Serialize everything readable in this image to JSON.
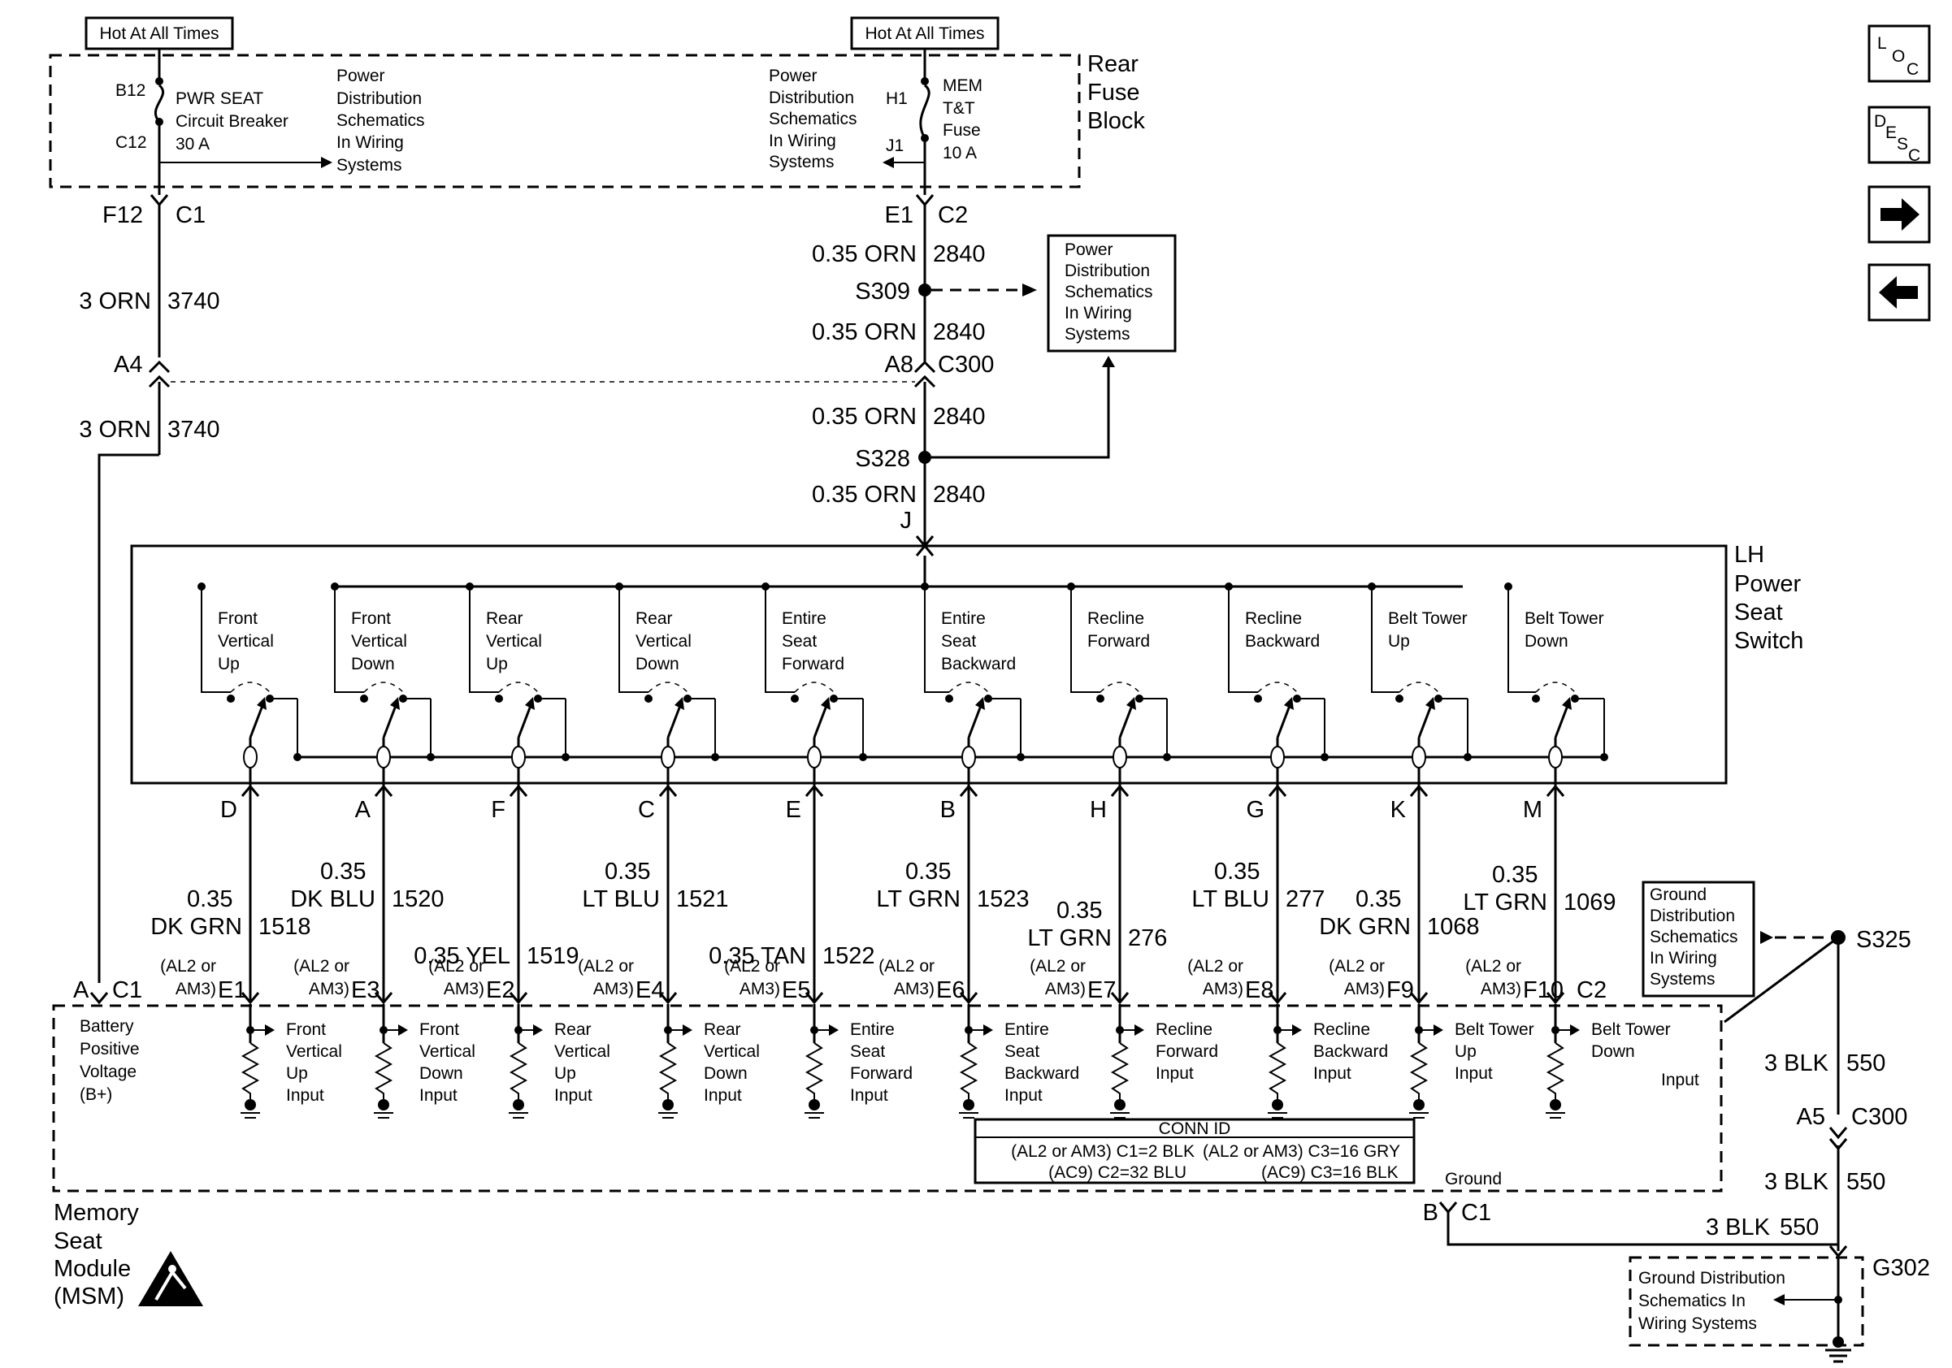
{
  "header": {
    "hot1": "Hot At All Times",
    "hot2": "Hot At All Times"
  },
  "fuse_block": {
    "title": [
      "Rear",
      "Fuse",
      "Block"
    ],
    "cb_pin_top": "B12",
    "cb_pin_bottom": "C12",
    "cb_label": [
      "PWR SEAT",
      "Circuit Breaker",
      "30 A"
    ],
    "pd_left": [
      "Power",
      "Distribution",
      "Schematics",
      "In Wiring",
      "Systems"
    ],
    "pd_right": [
      "Power",
      "Distribution",
      "Schematics",
      "In Wiring",
      "Systems"
    ],
    "fuse_pin_top": "H1",
    "fuse_pin_bottom": "J1",
    "fuse_label": [
      "MEM",
      "T&T",
      "Fuse",
      "10 A"
    ]
  },
  "left_circuit": {
    "term_pin": "F12",
    "term_conn": "C1",
    "wire1_gauge": "3 ORN",
    "wire1_circuit": "3740",
    "inline_pin": "A4",
    "wire2_gauge": "3 ORN",
    "wire2_circuit": "3740"
  },
  "right_circuit": {
    "term_pin": "E1",
    "term_conn": "C2",
    "w1_gauge": "0.35 ORN",
    "w1_circuit": "2840",
    "splice1": "S309",
    "w2_gauge": "0.35 ORN",
    "w2_circuit": "2840",
    "inline_pin": "A8",
    "inline_conn": "C300",
    "w3_gauge": "0.35 ORN",
    "w3_circuit": "2840",
    "splice2": "S328",
    "w4_gauge": "0.35 ORN",
    "w4_circuit": "2840",
    "switch_pin": "J"
  },
  "pd_box_splice": [
    "Power",
    "Distribution",
    "Schematics",
    "In Wiring",
    "Systems"
  ],
  "switch": {
    "title": [
      "LH",
      "Power",
      "Seat",
      "Switch"
    ],
    "labels": [
      [
        "Front",
        "Vertical",
        "Up"
      ],
      [
        "Front",
        "Vertical",
        "Down"
      ],
      [
        "Rear",
        "Vertical",
        "Up"
      ],
      [
        "Rear",
        "Vertical",
        "Down"
      ],
      [
        "Entire",
        "Seat",
        "Forward"
      ],
      [
        "Entire",
        "Seat",
        "Backward"
      ],
      [
        "Recline",
        "Forward"
      ],
      [
        "Recline",
        "Backward"
      ],
      [
        "Belt Tower",
        "Up"
      ],
      [
        "Belt Tower",
        "Down"
      ]
    ]
  },
  "circuits": [
    {
      "pin": "D",
      "gauge_l1": "0.35",
      "gauge_l2": "DK GRN",
      "circuit": "1518",
      "opt_l1": "(AL2 or",
      "opt_l2": "AM3)",
      "msm_pin": "E1"
    },
    {
      "pin": "A",
      "gauge_l1": "0.35",
      "gauge_l2": "DK BLU",
      "circuit": "1520",
      "opt_l1": "(AL2 or",
      "opt_l2": "AM3)",
      "msm_pin": "E3"
    },
    {
      "pin": "F",
      "gauge_l1": "",
      "gauge_l2": "0.35 YEL",
      "circuit": "1519",
      "opt_l1": "(AL2 or",
      "opt_l2": "AM3)",
      "msm_pin": "E2"
    },
    {
      "pin": "C",
      "gauge_l1": "0.35",
      "gauge_l2": "LT BLU",
      "circuit": "1521",
      "opt_l1": "(AL2 or",
      "opt_l2": "AM3)",
      "msm_pin": "E4"
    },
    {
      "pin": "E",
      "gauge_l1": "",
      "gauge_l2": "0.35 TAN",
      "circuit": "1522",
      "opt_l1": "(AL2 or",
      "opt_l2": "AM3)",
      "msm_pin": "E5"
    },
    {
      "pin": "B",
      "gauge_l1": "0.35",
      "gauge_l2": "LT GRN",
      "circuit": "1523",
      "opt_l1": "(AL2 or",
      "opt_l2": "AM3)",
      "msm_pin": "E6"
    },
    {
      "pin": "H",
      "gauge_l1": "0.35",
      "gauge_l2": "LT GRN",
      "circuit": "276",
      "opt_l1": "(AL2 or",
      "opt_l2": "AM3)",
      "msm_pin": "E7"
    },
    {
      "pin": "G",
      "gauge_l1": "0.35",
      "gauge_l2": "LT BLU",
      "circuit": "277",
      "opt_l1": "(AL2 or",
      "opt_l2": "AM3)",
      "msm_pin": "E8"
    },
    {
      "pin": "K",
      "gauge_l1": "0.35",
      "gauge_l2": "DK GRN",
      "circuit": "1068",
      "opt_l1": "(AL2 or",
      "opt_l2": "AM3)",
      "msm_pin": "F9"
    },
    {
      "pin": "M",
      "gauge_l1": "0.35",
      "gauge_l2": "LT GRN",
      "circuit": "1069",
      "opt_l1": "(AL2 or",
      "opt_l2": "AM3)",
      "msm_pin": "F10"
    }
  ],
  "msm": {
    "title": [
      "Memory",
      "Seat",
      "Module",
      "(MSM)"
    ],
    "batt_pin": "A",
    "batt_conn": "C1",
    "batt_label": [
      "Battery",
      "Positive",
      "Voltage",
      "(B+)"
    ],
    "end_conn": "C2",
    "inputs": [
      [
        "Front",
        "Vertical",
        "Up",
        "Input"
      ],
      [
        "Front",
        "Vertical",
        "Down",
        "Input"
      ],
      [
        "Rear",
        "Vertical",
        "Up",
        "Input"
      ],
      [
        "Rear",
        "Vertical",
        "Down",
        "Input"
      ],
      [
        "Entire",
        "Seat",
        "Forward",
        "Input"
      ],
      [
        "Entire",
        "Seat",
        "Backward",
        "Input"
      ],
      [
        "Recline",
        "Forward",
        "Input"
      ],
      [
        "Recline",
        "Backward",
        "Input"
      ],
      [
        "Belt Tower",
        "Up",
        "Input"
      ],
      [
        "Belt Tower",
        "Down",
        "Input"
      ]
    ],
    "conn_id": {
      "title": "CONN ID",
      "row1_left": "(AL2 or AM3) C1=2 BLK",
      "row1_right": "(AL2 or AM3) C3=16 GRY",
      "row2_left": "(AC9) C2=32 BLU",
      "row2_right": "(AC9) C3=16 BLK"
    },
    "ground_label": "Ground",
    "ground_pin": "B",
    "ground_conn": "C1"
  },
  "ground_circuit": {
    "gd_box": [
      "Ground",
      "Distribution",
      "Schematics",
      "In Wiring",
      "Systems"
    ],
    "splice": "S325",
    "w1_gauge": "3 BLK",
    "w1_circuit": "550",
    "inline_pin": "A5",
    "inline_conn": "C300",
    "w2_gauge": "3 BLK",
    "w2_circuit": "550",
    "w3_gauge": "3 BLK",
    "w3_circuit": "550",
    "ground_id": "G302",
    "gd_box2": [
      "Ground Distribution",
      "Schematics In",
      "Wiring Systems"
    ]
  },
  "nav": {
    "loc": {
      "a": "L",
      "b": "O",
      "c": "C"
    },
    "desc": {
      "a": "D",
      "b": "E",
      "c": "S",
      "d": "C"
    }
  }
}
